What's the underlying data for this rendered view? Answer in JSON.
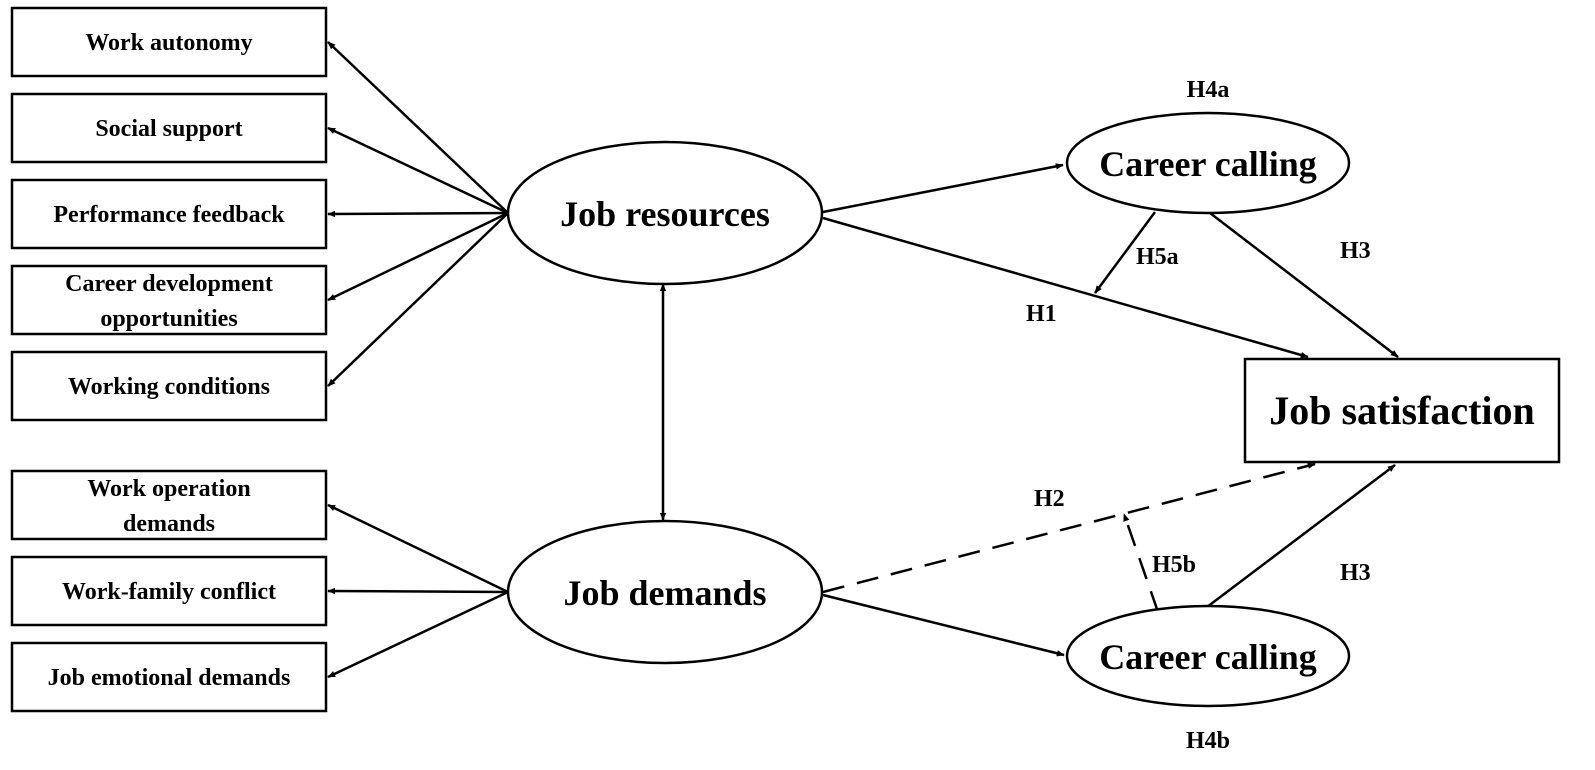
{
  "resource_items": [
    [
      "Work autonomy"
    ],
    [
      "Social support"
    ],
    [
      "Performance feedback"
    ],
    [
      "Career development",
      "opportunities"
    ],
    [
      "Working conditions"
    ]
  ],
  "demand_items": [
    [
      "Work operation",
      "demands"
    ],
    [
      "Work-family conflict"
    ],
    [
      "Job emotional demands"
    ]
  ],
  "nodes": {
    "job_resources": "Job resources",
    "job_demands": "Job demands",
    "career_calling_top": "Career calling",
    "career_calling_bottom": "Career calling",
    "job_satisfaction": "Job satisfaction"
  },
  "hypotheses": {
    "h4a": "H4a",
    "h5a": "H5a",
    "h3_top": "H3",
    "h1": "H1",
    "h2": "H2",
    "h5b": "H5b",
    "h3_bottom": "H3",
    "h4b": "H4b"
  },
  "paths": [
    {
      "from": "Job resources",
      "to": "Career calling",
      "label": "H4a",
      "style": "solid"
    },
    {
      "from": "Job resources",
      "to": "Job satisfaction",
      "label": "H1",
      "style": "solid"
    },
    {
      "from": "Career calling",
      "to": "Job satisfaction",
      "label": "H3",
      "style": "solid"
    },
    {
      "from": "Career calling",
      "to": "H1 path",
      "label": "H5a",
      "style": "solid"
    },
    {
      "from": "Job demands",
      "to": "Job satisfaction",
      "label": "H2",
      "style": "dashed"
    },
    {
      "from": "Career calling",
      "to": "H2 path",
      "label": "H5b",
      "style": "dashed"
    },
    {
      "from": "Job demands",
      "to": "Career calling",
      "label": "H4b",
      "style": "solid"
    },
    {
      "from": "Career calling",
      "to": "Job satisfaction",
      "label": "H3",
      "style": "solid"
    },
    {
      "from": "Job resources",
      "to": "Job demands",
      "label": "",
      "style": "double-headed"
    }
  ]
}
